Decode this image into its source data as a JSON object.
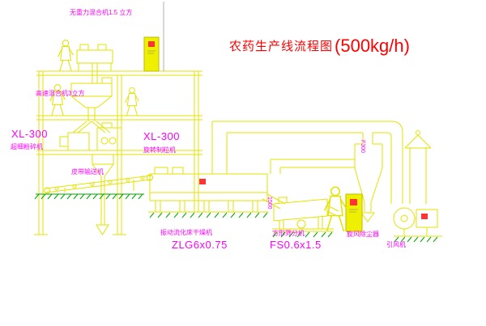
{
  "title": {
    "main": "农药生产线流程图",
    "capacity": "(500kg/h)"
  },
  "equipment_labels": {
    "gravity_mixer": "无重力混合机1.5 立方",
    "high_speed_mixer": "高速混合机3立方",
    "mill_model": "XL-300",
    "mill_name": "超细粉碎机",
    "granulator_model": "XL-300",
    "granulator_name": "旋转制粒机",
    "belt_conveyor": "皮带输送机",
    "dryer_name": "振动流化床干燥机",
    "dryer_model": "ZLG6x0.75",
    "sieve_name": "方形筛分机",
    "sieve_model": "FS0.6x1.5",
    "cyclone_name": "旋风除尘器",
    "fan_name": "引风机"
  },
  "dimensions": {
    "duct_dia": "F300",
    "chute_len": "1500"
  },
  "colors": {
    "line_yellow": "#e3e300",
    "ground_green": "#00a800",
    "label_magenta": "#ff00ff",
    "title_red": "#ff0000",
    "marker_red": "#ff3333",
    "background": "#ffffff"
  }
}
